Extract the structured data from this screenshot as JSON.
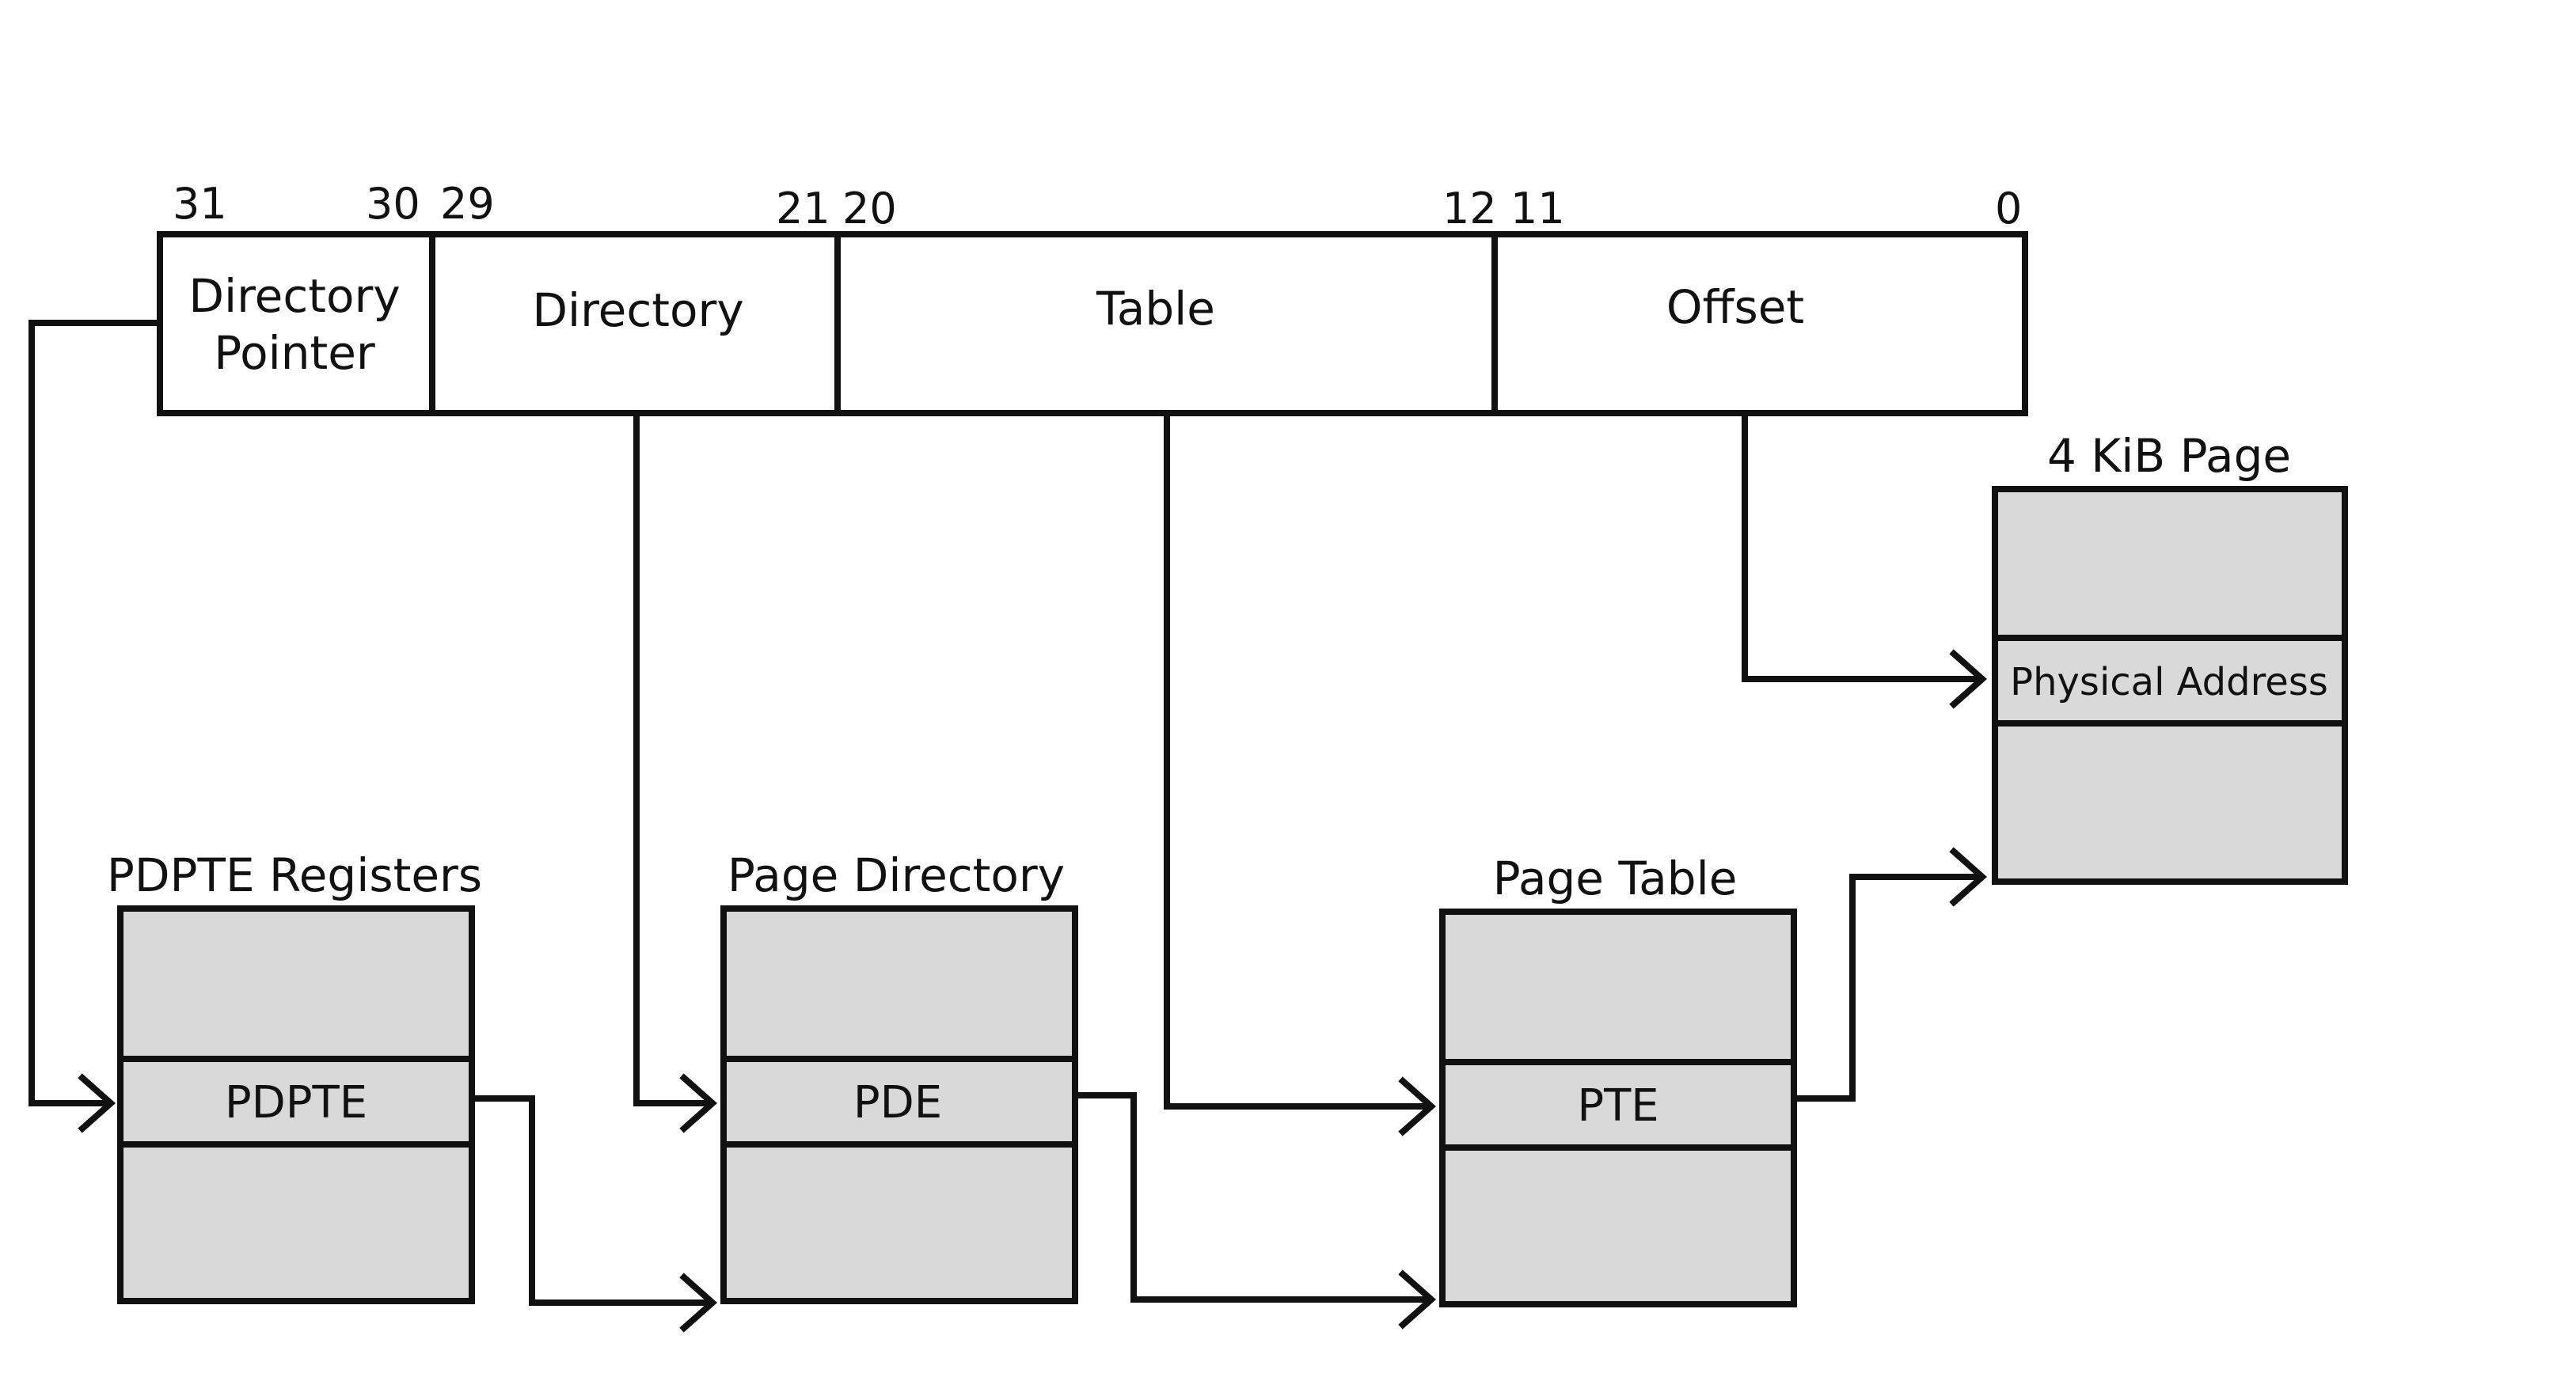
{
  "address": {
    "bits": {
      "b31": "31",
      "b30": "30",
      "b29": "29",
      "b21": "21",
      "b20": "20",
      "b12": "12",
      "b11": "11",
      "b0": "0"
    },
    "fields": {
      "dir_pointer_line1": "Directory",
      "dir_pointer_line2": "Pointer",
      "directory": "Directory",
      "table": "Table",
      "offset": "Offset"
    }
  },
  "tables": {
    "pdpte": {
      "title": "PDPTE Registers",
      "entry": "PDPTE"
    },
    "page_directory": {
      "title": "Page Directory",
      "entry": "PDE"
    },
    "page_table": {
      "title": "Page Table",
      "entry": "PTE"
    },
    "page": {
      "title": "4 KiB Page",
      "entry": "Physical Address"
    }
  },
  "colors": {
    "table_fill": "#d9d9d9",
    "stroke": "#111111",
    "background": "#ffffff"
  }
}
